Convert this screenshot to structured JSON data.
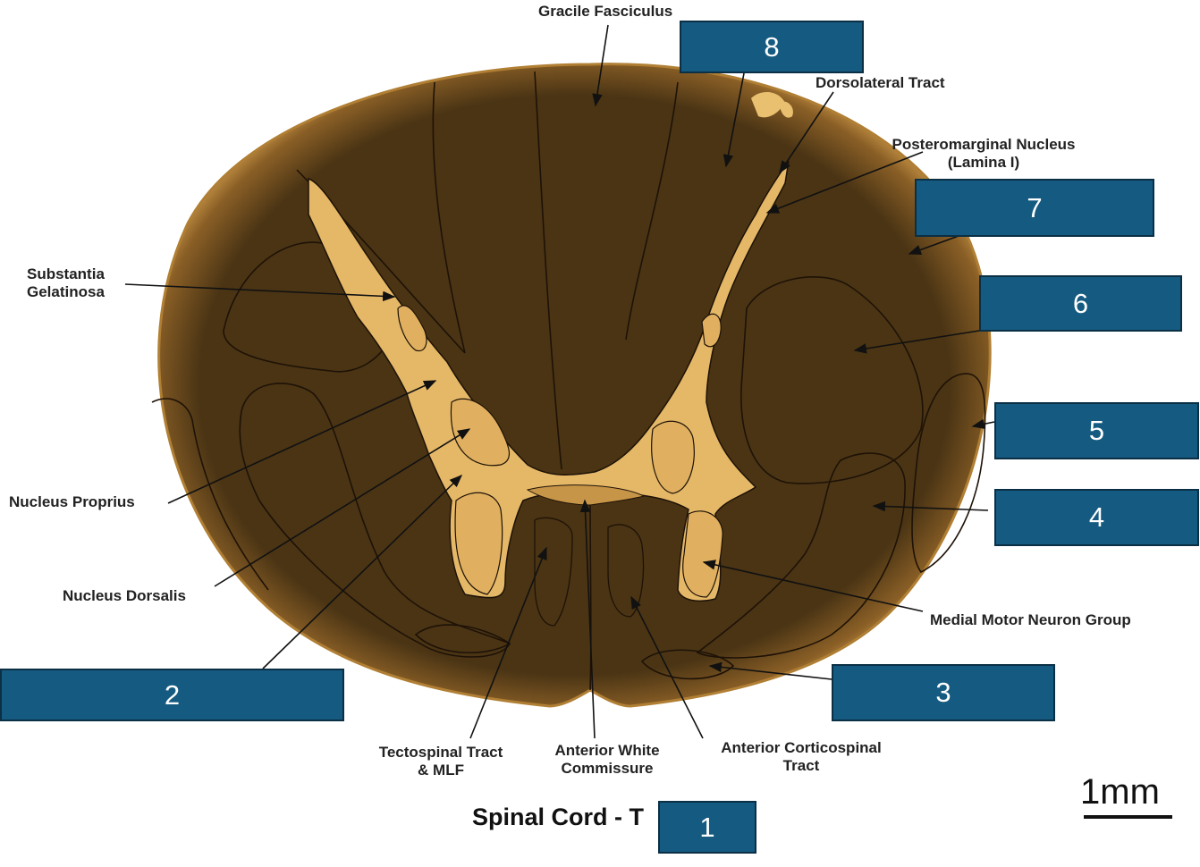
{
  "title": "Spinal Cord - T",
  "scale_bar": "1mm",
  "labels": {
    "gracile": "Gracile Fasciculus",
    "dorsolateral": "Dorsolateral Tract",
    "posteromarginal_1": "Posteromarginal Nucleus",
    "posteromarginal_2": "(Lamina I)",
    "substantia_1": "Substantia",
    "substantia_2": "Gelatinosa",
    "nucleus_proprius": "Nucleus Proprius",
    "nucleus_dorsalis": "Nucleus Dorsalis",
    "medial_motor": "Medial Motor Neuron Group",
    "tectospinal_1": "Tectospinal Tract",
    "tectospinal_2": "& MLF",
    "anterior_white_1": "Anterior White",
    "anterior_white_2": "Commissure",
    "anterior_cortico_1": "Anterior Corticospinal",
    "anterior_cortico_2": "Tract"
  },
  "answer_boxes": [
    "1",
    "2",
    "3",
    "4",
    "5",
    "6",
    "7",
    "8"
  ],
  "colors": {
    "box_fill": "#155a80",
    "white_matter": "#4a3414",
    "grey_matter": "#e5b868",
    "pia_rim": "#d8a350"
  }
}
